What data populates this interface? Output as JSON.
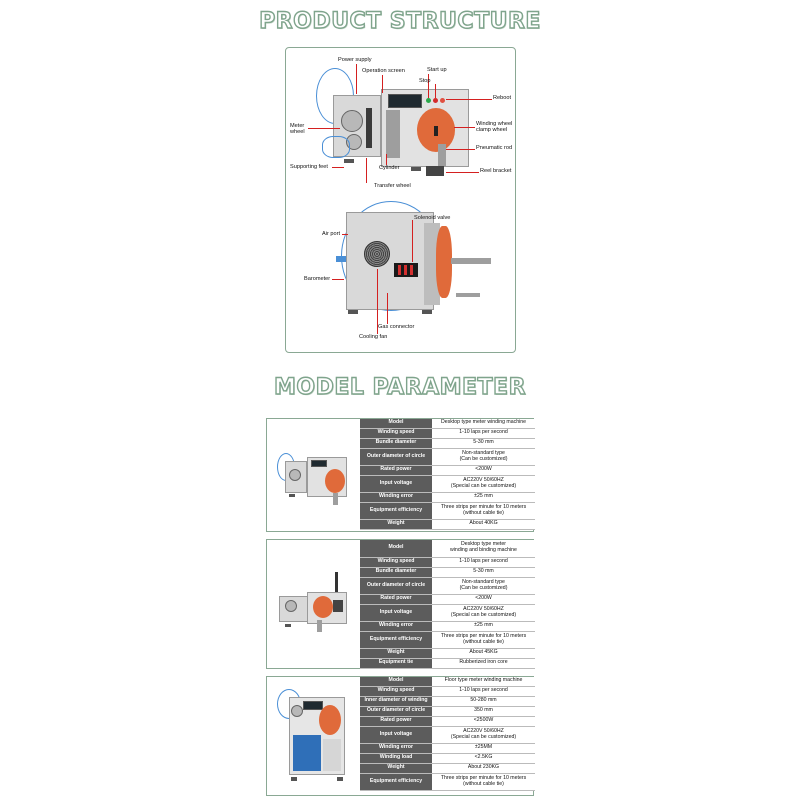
{
  "titles": {
    "structure": "PRODUCT STRUCTURE",
    "parameter": "MODEL PARAMETER"
  },
  "structure": {
    "top_labels": {
      "power_supply": "Power supply",
      "operation_screen": "Operation screen",
      "start_up": "Start up",
      "stop": "Stop",
      "reboot": "Reboot",
      "meter_wheel": "Meter\nwheel",
      "winding_wheel_clamp_wheel": "Winding wheel\nclamp wheel",
      "pneumatic_rod": "Pneumatic rod",
      "supporting_feet": "Supporting feet",
      "cylinder": "Cylinder",
      "reel_bracket": "Reel bracket",
      "transfer_wheel": "Transfer wheel"
    },
    "bottom_labels": {
      "solenoid_valve": "Solenoid valve",
      "air_port": "Air port",
      "barometer": "Barometer",
      "gas_connector": "Gas connector",
      "cooling_fan": "Cooling fan"
    }
  },
  "models": [
    {
      "rows": [
        {
          "k": "Model",
          "v": "Desktop type meter winding machine"
        },
        {
          "k": "Winding speed",
          "v": "1-10 laps per second"
        },
        {
          "k": "Bundle diameter",
          "v": "5-30 mm"
        },
        {
          "k": "Outer diameter of circle",
          "v": "Non-standard type\n(Can be customized)"
        },
        {
          "k": "Rated power",
          "v": "<200W"
        },
        {
          "k": "Input voltage",
          "v": "AC220V 50/60HZ\n(Special can be customized)"
        },
        {
          "k": "Winding error",
          "v": "±25 mm"
        },
        {
          "k": "Equipment efficiency",
          "v": "Three strips per minute for 10 meters\n(without cable tie)"
        },
        {
          "k": "Weight",
          "v": "About 40KG"
        }
      ]
    },
    {
      "rows": [
        {
          "k": "Model",
          "v": "Desktop type meter\nwinding and binding machine"
        },
        {
          "k": "Winding speed",
          "v": "1-10 laps per second"
        },
        {
          "k": "Bundle diameter",
          "v": "5-30 mm"
        },
        {
          "k": "Outer diameter of circle",
          "v": "Non-standard type\n(Can be customized)"
        },
        {
          "k": "Rated power",
          "v": "<200W"
        },
        {
          "k": "Input voltage",
          "v": "AC220V 50/60HZ\n(Special can be customized)"
        },
        {
          "k": "Winding error",
          "v": "±25 mm"
        },
        {
          "k": "Equipment efficiency",
          "v": "Three strips per minute for 10 meters\n(without cable tie)"
        },
        {
          "k": "Weight",
          "v": "About 45KG"
        },
        {
          "k": "Equipment tie",
          "v": "Rubberized iron core"
        }
      ]
    },
    {
      "rows": [
        {
          "k": "Model",
          "v": "Floor type meter winding machine"
        },
        {
          "k": "Winding speed",
          "v": "1-10 laps per second"
        },
        {
          "k": "Inner diameter of winding",
          "v": "50-280 mm"
        },
        {
          "k": "Outer diameter of circle",
          "v": "350 mm"
        },
        {
          "k": "Rated power",
          "v": "<2500W"
        },
        {
          "k": "Input voltage",
          "v": "AC220V 50/60HZ\n(Special can be customized)"
        },
        {
          "k": "Winding error",
          "v": "±25MM"
        },
        {
          "k": "Winding load",
          "v": "<2.5KG"
        },
        {
          "k": "Weight",
          "v": "About 230KG"
        },
        {
          "k": "Equipment efficiency",
          "v": "Three strips per minute for 10 meters\n(without cable tie)"
        }
      ]
    }
  ],
  "colors": {
    "title_outline": "#7fa48c",
    "frame_border": "#8aa894",
    "key_cell": "#5c5c5c",
    "leader": "#d42020",
    "reel": "#e06a3a"
  }
}
